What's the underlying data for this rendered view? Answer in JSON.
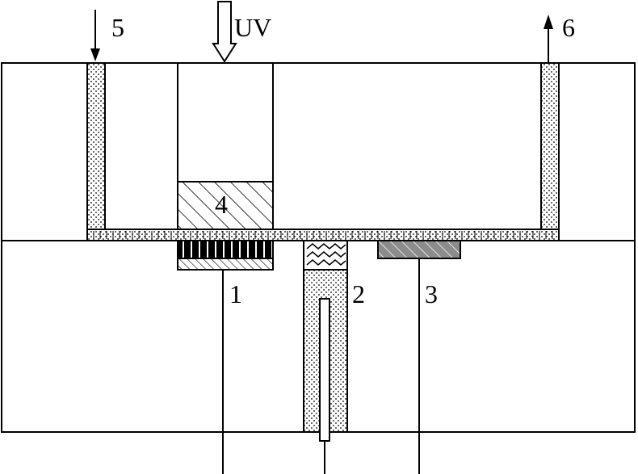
{
  "labels": {
    "uv": "UV",
    "inlet": "5",
    "outlet": "6",
    "part1": "1",
    "part2": "2",
    "part3": "3",
    "part4": "4"
  },
  "colors": {
    "line": "#000000",
    "background": "#ffffff",
    "stripe_dark": "#000000",
    "grey_block": "#8c8c8c"
  }
}
